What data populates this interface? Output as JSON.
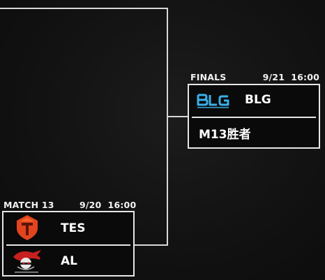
{
  "match13": {
    "label": "MATCH 13",
    "datetime": "9/20  16:00",
    "team1": {
      "name": "TES",
      "logo": "tes-logo",
      "color": "#e2451e"
    },
    "team2": {
      "name": "AL",
      "logo": "al-logo",
      "color": "#c8201f"
    }
  },
  "finals": {
    "label": "FINALS",
    "datetime": "9/21  16:00",
    "team1": {
      "name": "BLG",
      "logo": "blg-logo",
      "color": "#3ab0e8"
    },
    "team2": {
      "name": "M13胜者"
    }
  }
}
